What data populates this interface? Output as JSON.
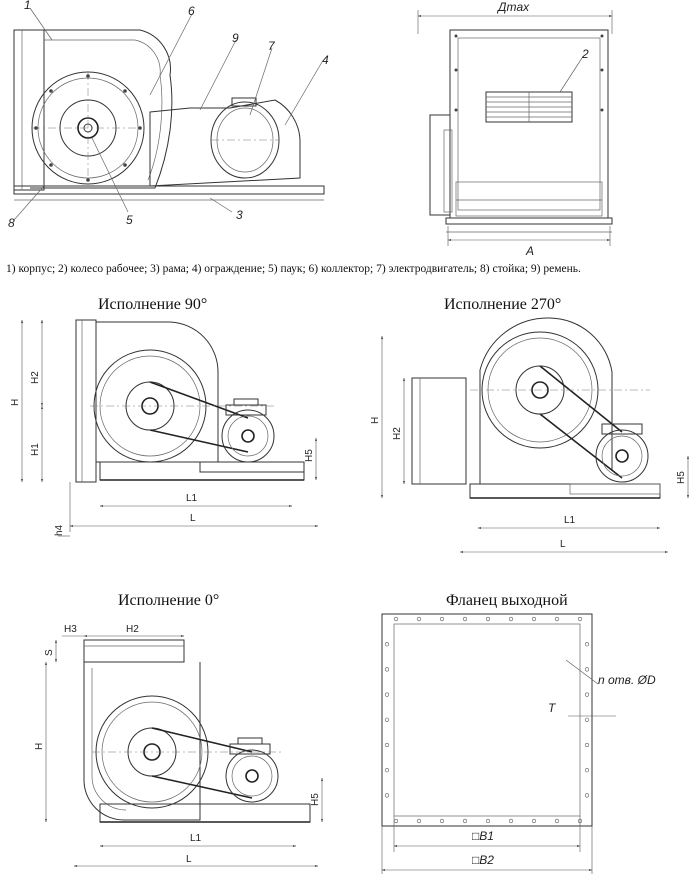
{
  "top": {
    "callouts": [
      "1",
      "6",
      "9",
      "7",
      "4",
      "8",
      "5",
      "3"
    ],
    "dmax_label": "Дmax",
    "section_callout": "2",
    "view_label": "A"
  },
  "legend": "1) корпус; 2) колесо рабочее; 3) рама; 4) ограждение; 5) паук; 6) коллектор; 7) электродвигатель; 8) стойка; 9) ремень.",
  "views": {
    "v90": {
      "title": "Исполнение 90°",
      "dims": {
        "H": "H",
        "H2": "H2",
        "H1": "H1",
        "H5": "H5",
        "L1": "L1",
        "L": "L",
        "h4": "h4"
      }
    },
    "v270": {
      "title": "Исполнение 270°",
      "dims": {
        "H": "H",
        "H2": "H2",
        "H5": "H5",
        "L1": "L1",
        "L": "L"
      }
    },
    "v0": {
      "title": "Исполнение 0°",
      "dims": {
        "H3": "H3",
        "H2": "H2",
        "S": "S",
        "H": "H",
        "H5": "H5",
        "L1": "L1",
        "L": "L"
      }
    },
    "flange": {
      "title": "Фланец выходной",
      "dims": {
        "holes": "n отв. ØD",
        "T": "T",
        "B1": "□B1",
        "B2": "□B2"
      }
    }
  }
}
